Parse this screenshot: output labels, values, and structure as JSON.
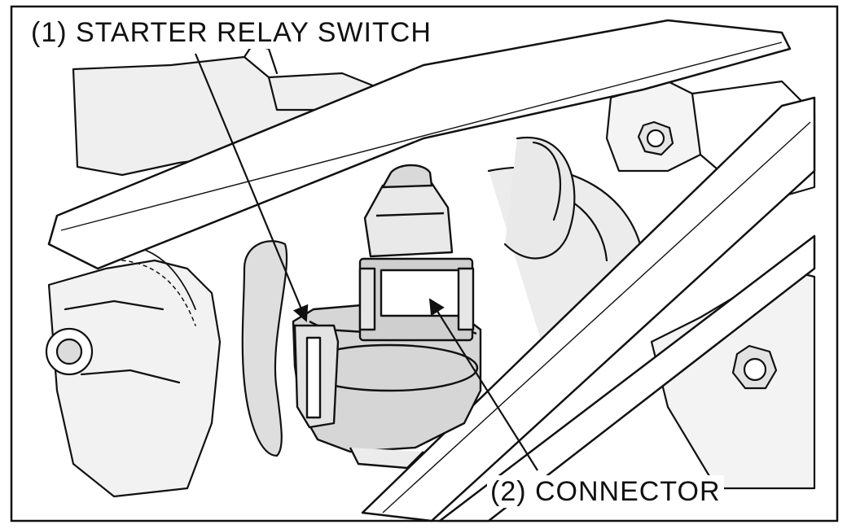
{
  "callouts": [
    {
      "id": "1",
      "text": "(1) STARTER RELAY SWITCH"
    },
    {
      "id": "2",
      "text": "(2) CONNECTOR"
    }
  ],
  "colors": {
    "ink": "#111111",
    "paper": "#ffffff",
    "shade": "#e8e8e8",
    "midtone": "#d2d2d2"
  }
}
